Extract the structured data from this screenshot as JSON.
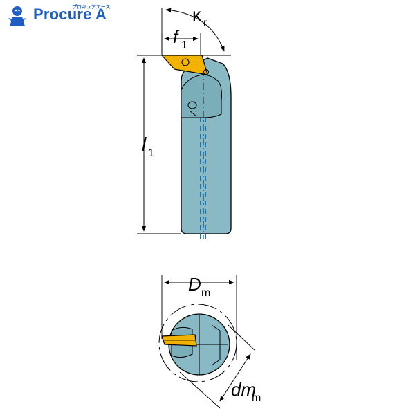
{
  "logo": {
    "text": "Procure A",
    "subtext": "プロキュアエース"
  },
  "colors": {
    "shank": "#88b9c4",
    "insert": "#f2b200",
    "coolant": "#1577b8",
    "logo_blue": "#1f5fc4"
  },
  "labels": {
    "kr": "κ",
    "kr_sub": "r",
    "f1": "f",
    "f1_sub": "1",
    "l1": "l",
    "l1_sub": "1",
    "dm_upper": "D",
    "dm_upper_sub": "m",
    "dm_lower": "dm",
    "dm_lower_sub": "m"
  }
}
